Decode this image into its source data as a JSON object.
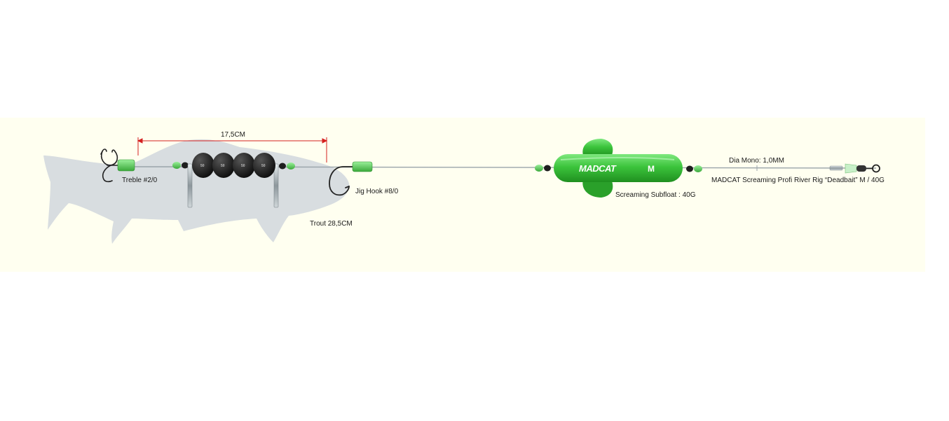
{
  "labels": {
    "measure": "17,5CM",
    "treble": "Treble #2/0",
    "jig_hook": "Jig Hook #8/0",
    "trout": "Trout 28,5CM",
    "subfloat": "Screaming Subfloat : 40G",
    "dia_mono": "Dia Mono: 1,0MM",
    "rig_title": "MADCAT Screaming Profi River Rig “Deadbait” M / 40G"
  },
  "float": {
    "logo": "MADCAT",
    "size_letter": "M"
  },
  "weights": [
    "50",
    "50",
    "50",
    "50"
  ],
  "colors": {
    "background_band": "#fffff0",
    "fish": "#d8dde0",
    "float_green": "#3fc63f",
    "bead_green": "#6fd86f",
    "bead_black": "#1e1e1e",
    "measure_line": "#d42020",
    "line": "#9aa4aa"
  },
  "icons": [
    "trout-silhouette-icon",
    "treble-hook-icon",
    "jig-hook-icon",
    "swivel-icon",
    "subfloat-icon"
  ]
}
